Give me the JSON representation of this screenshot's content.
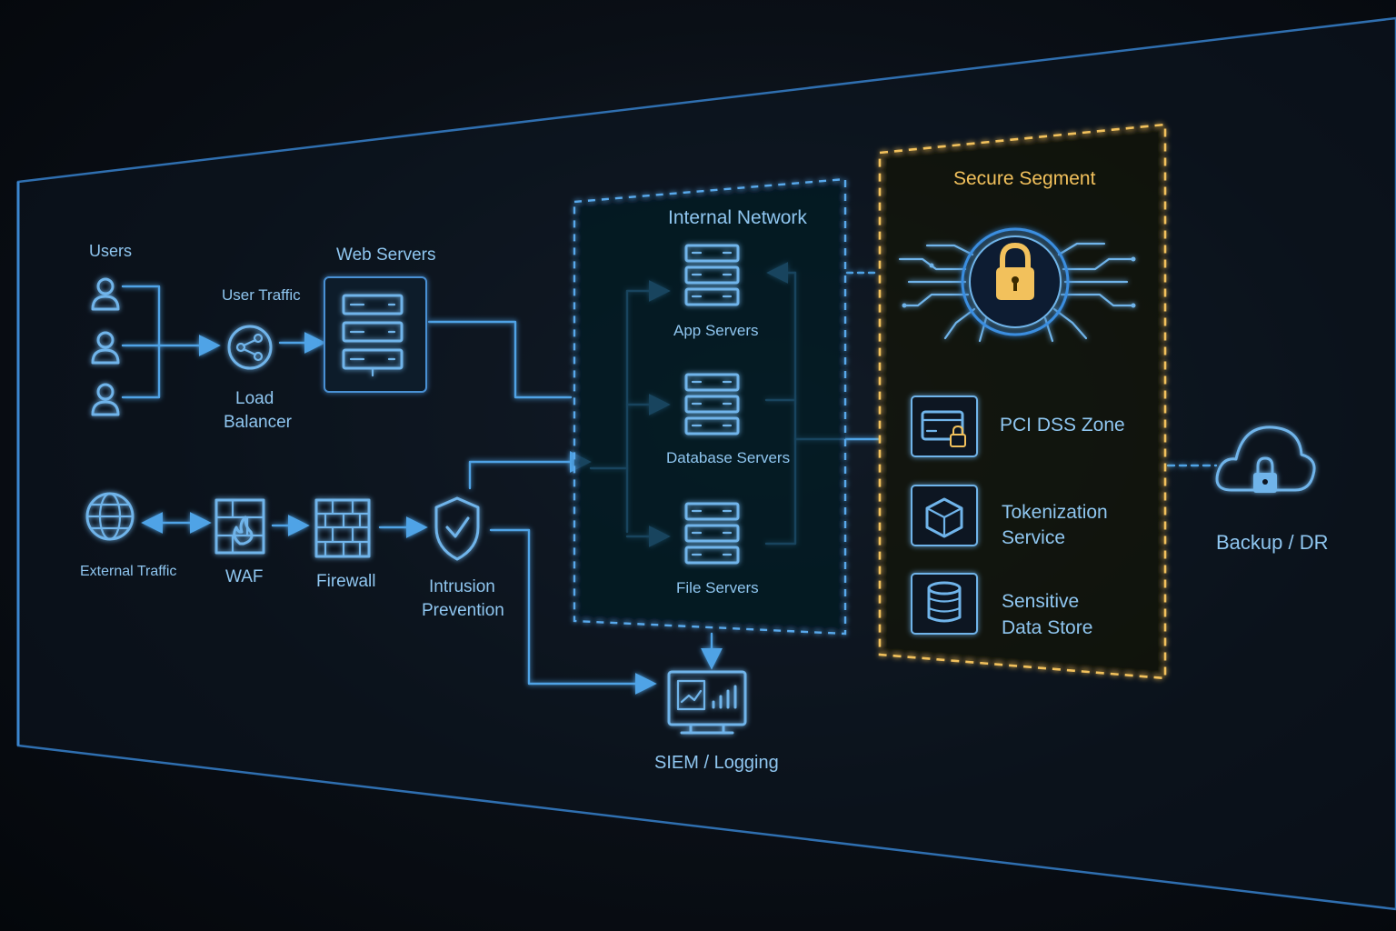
{
  "nodes": {
    "users": "Users",
    "user_traffic": "User Traffic",
    "load_balancer": [
      "Load",
      "Balancer"
    ],
    "web_servers": "Web Servers",
    "external_traffic": "External Traffic",
    "waf": "WAF",
    "firewall": "Firewall",
    "intrusion_prevention": [
      "Intrusion",
      "Prevention"
    ],
    "siem": "SIEM / Logging",
    "backup": "Backup / DR"
  },
  "internal_network": {
    "title": "Internal Network",
    "app_servers": "App Servers",
    "database_servers": "Database Servers",
    "file_servers": "File Servers"
  },
  "secure_segment": {
    "title": "Secure Segment",
    "pci_zone": "PCI DSS Zone",
    "tokenization": [
      "Tokenization",
      "Service"
    ],
    "sensitive_store": [
      "Sensitive",
      "Data Store"
    ]
  },
  "colors": {
    "accent_blue": "#4fa3e6",
    "secure_gold": "#f2c15c",
    "background": "#05080d"
  },
  "icons": [
    "user-icon",
    "share-icon",
    "server-rack-icon",
    "globe-icon",
    "waf-firewall-icon",
    "brick-firewall-icon",
    "shield-check-icon",
    "monitor-chart-icon",
    "padlock-icon",
    "credit-card-lock-icon",
    "cube-icon",
    "database-icon",
    "cloud-lock-icon"
  ]
}
